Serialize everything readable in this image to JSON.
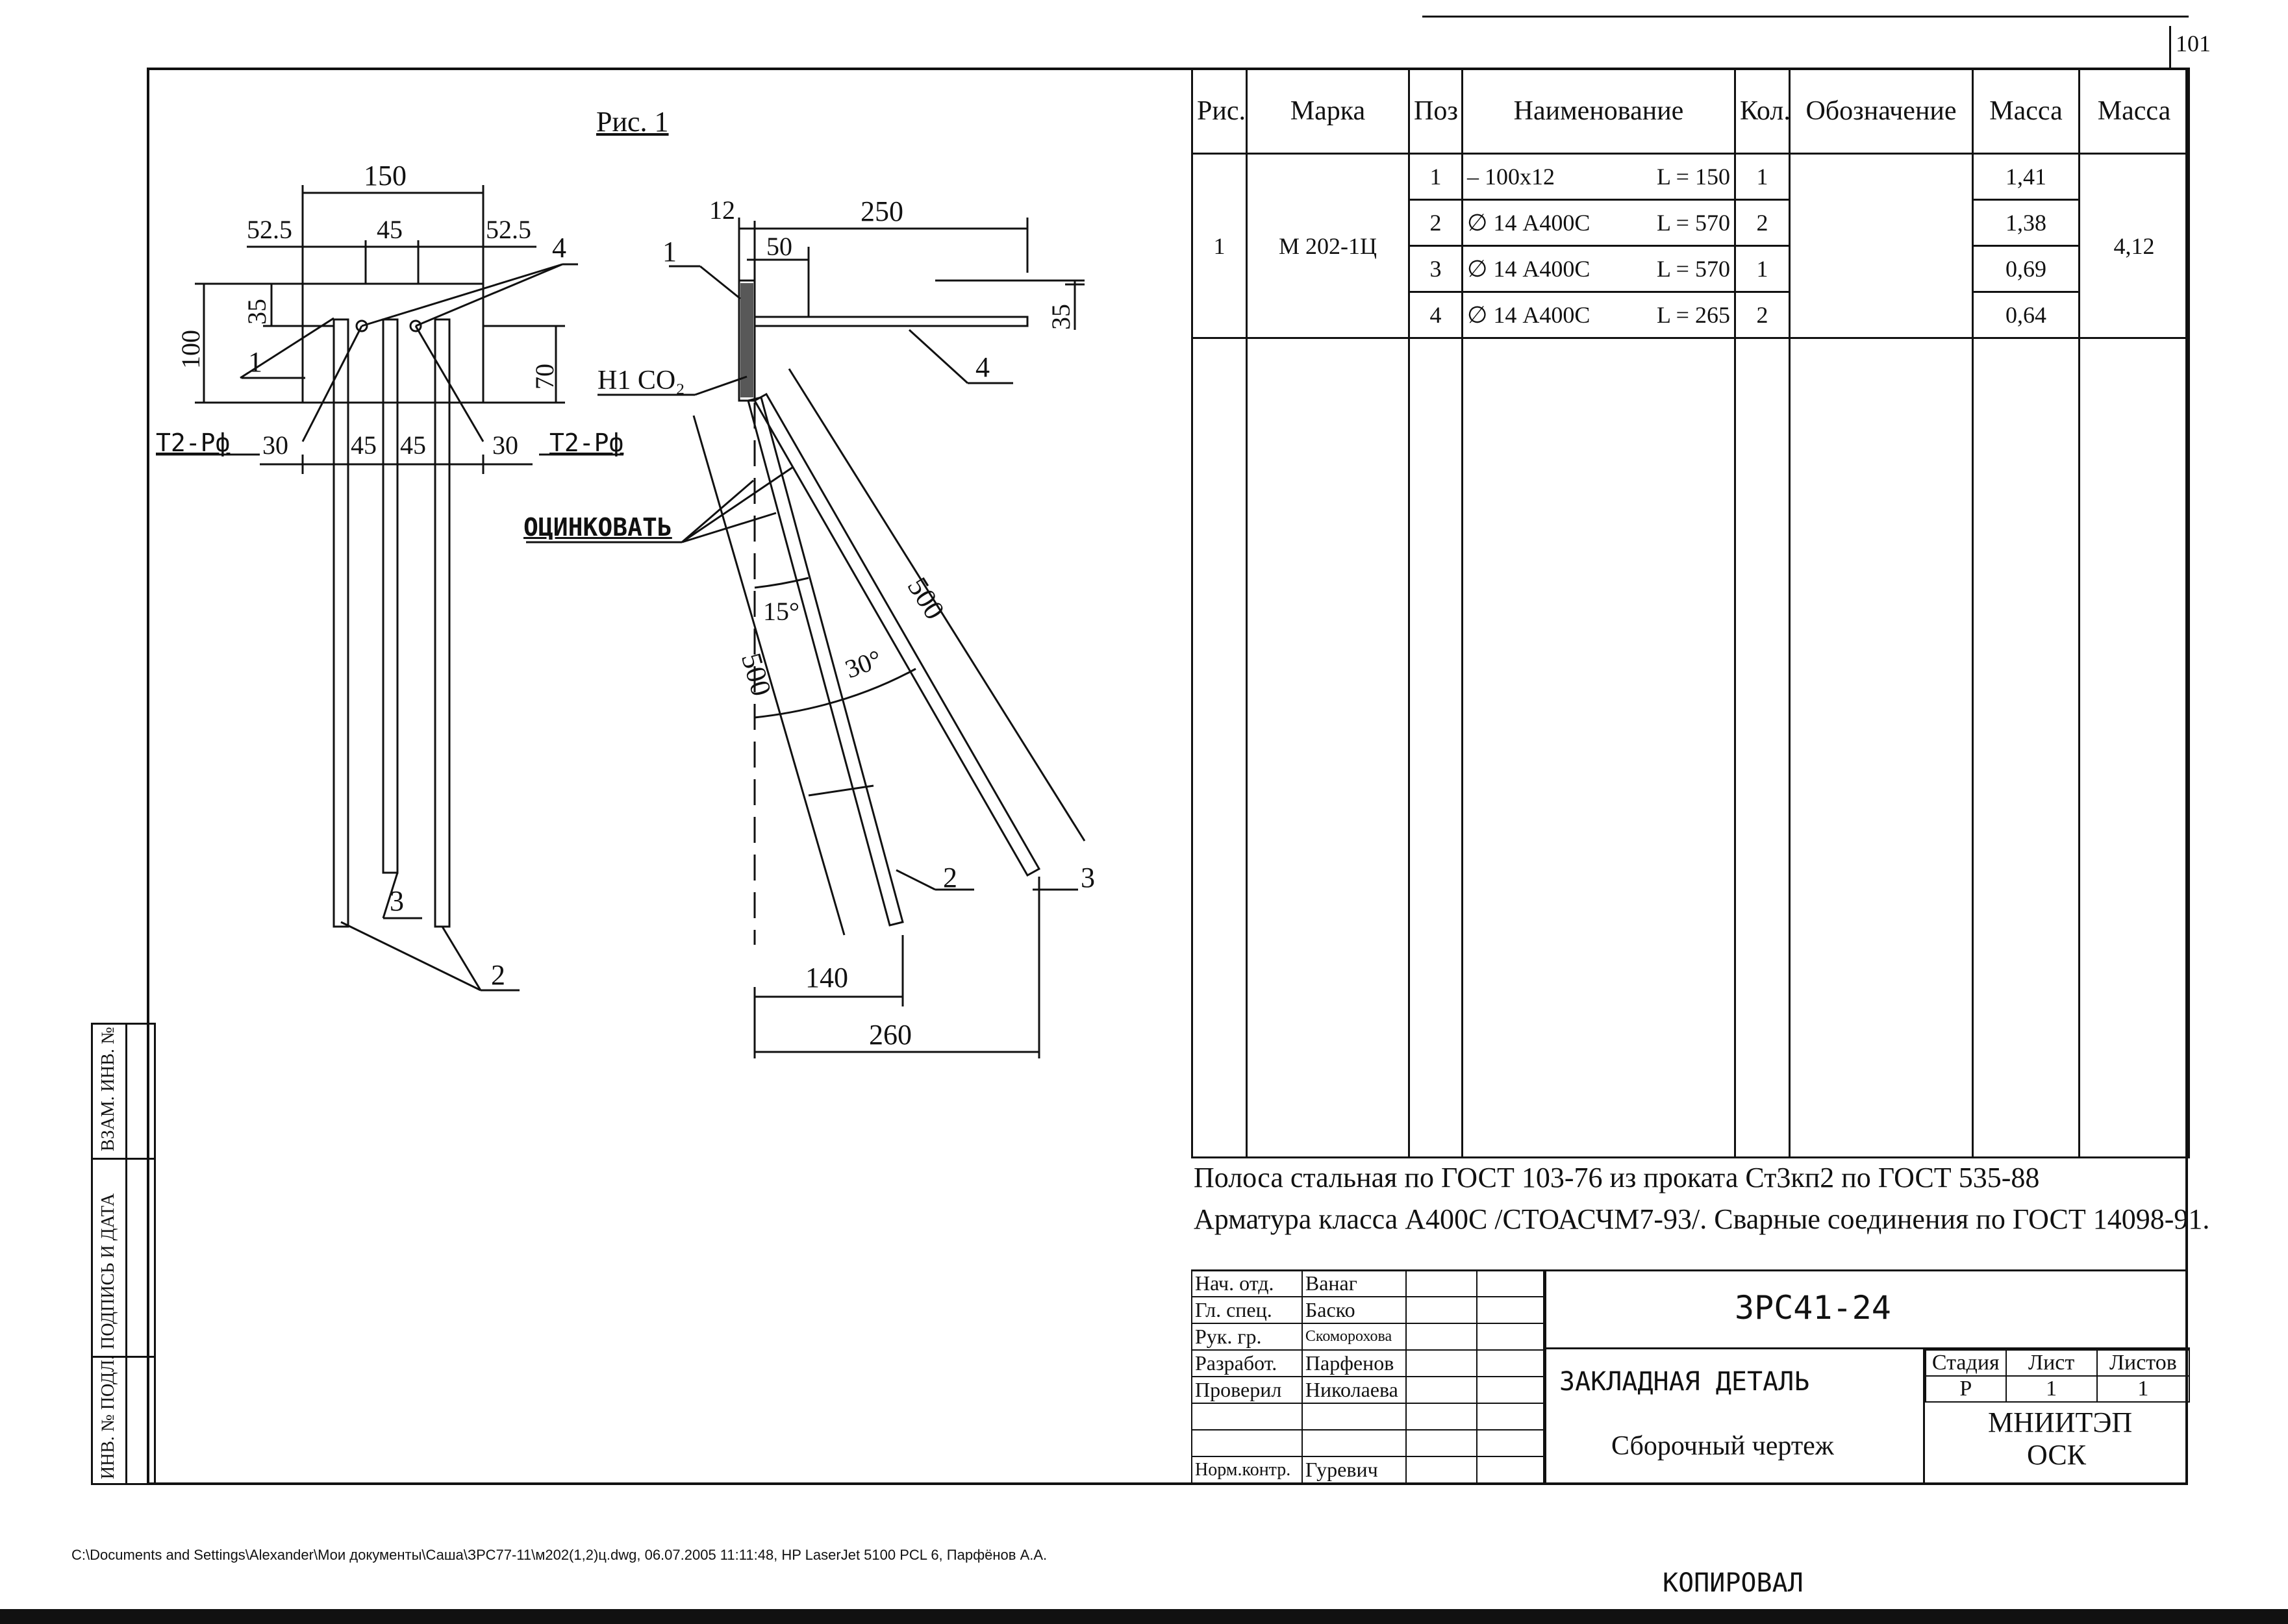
{
  "sheet": {
    "number": "101",
    "figure_title": "Рис. 1",
    "footer_path": "C:\\Documents and Settings\\Alexander\\Мои документы\\Саша\\ЗРС77-11\\м202(1,2)ц.dwg, 06.07.2005 11:11:48, HP LaserJet 5100 PCL 6, Парфёнов А.А.",
    "bottom_handwriting": "КОПИРОВАЛ"
  },
  "drawing_left": {
    "dims": {
      "d150": "150",
      "d52a": "52.5",
      "d45": "45",
      "d52b": "52.5",
      "d100": "100",
      "d35": "35",
      "d70": "70",
      "d30a": "30",
      "d45a": "45",
      "d45b": "45",
      "d30b": "30"
    },
    "callouts": {
      "c1": "1",
      "c2": "2",
      "c3": "3",
      "c4": "4"
    },
    "weld_left": "Т2-Рф",
    "weld_right": "Т2-Рф"
  },
  "drawing_right": {
    "dims": {
      "d12": "12",
      "d250": "250",
      "d50": "50",
      "d35": "35",
      "d500a": "500",
      "d500b": "500",
      "d140": "140",
      "d260": "260",
      "a15": "15°",
      "a30": "30°"
    },
    "callouts": {
      "c1": "1",
      "c2": "2",
      "c3": "3",
      "c4": "4"
    },
    "weld": "Н1 СО₂",
    "zinc_note": "ОЦИНКОВАТЬ"
  },
  "spec_table": {
    "headers": [
      "Рис.",
      "Марка",
      "Поз",
      "Наименование",
      "Кол.",
      "Обозначение",
      "Масса",
      "Масса"
    ],
    "fig": "1",
    "mark": "М 202-1Ц",
    "total_mass": "4,12",
    "rows": [
      {
        "pos": "1",
        "name": "– 100х12",
        "len": "L = 150",
        "qty": "1",
        "mass": "1,41"
      },
      {
        "pos": "2",
        "name": "∅ 14 А400С",
        "len": "L = 570",
        "qty": "2",
        "mass": "1,38"
      },
      {
        "pos": "3",
        "name": "∅ 14 А400С",
        "len": "L = 570",
        "qty": "1",
        "mass": "0,69"
      },
      {
        "pos": "4",
        "name": "∅ 14 А400С",
        "len": "L = 265",
        "qty": "2",
        "mass": "0,64"
      }
    ]
  },
  "notes": [
    "Полоса стальная  по ГОСТ 103-76 из проката Ст3кп2 по ГОСТ 535-88",
    "Арматура класса А400С /СТОАСЧМ7-93/. Сварные соединения по ГОСТ 14098-91."
  ],
  "title_block": {
    "roles": [
      {
        "role": "Нач. отд.",
        "name": "Ванаг"
      },
      {
        "role": "Гл. спец.",
        "name": "Баско"
      },
      {
        "role": "Рук. гр.",
        "name": "Скоморохова"
      },
      {
        "role": "Разработ.",
        "name": "Парфенов"
      },
      {
        "role": "Проверил",
        "name": "Николаева"
      },
      {
        "role": "",
        "name": ""
      },
      {
        "role": "",
        "name": ""
      },
      {
        "role": "Норм.контр.",
        "name": "Гуревич"
      }
    ],
    "code": "ЗРС41-24",
    "item_name": "ЗАКЛАДНАЯ ДЕТАЛЬ",
    "doc_type": "Сборочный чертеж",
    "stage_headers": [
      "Стадия",
      "Лист",
      "Листов"
    ],
    "stage_values": [
      "Р",
      "1",
      "1"
    ],
    "org_line1": "МНИИТЭП",
    "org_line2": "ОСК"
  },
  "side_stamp": [
    "ВЗАМ. ИНВ. №",
    "ПОДПИСЬ И ДАТА",
    "ИНВ. № ПОДЛ."
  ]
}
